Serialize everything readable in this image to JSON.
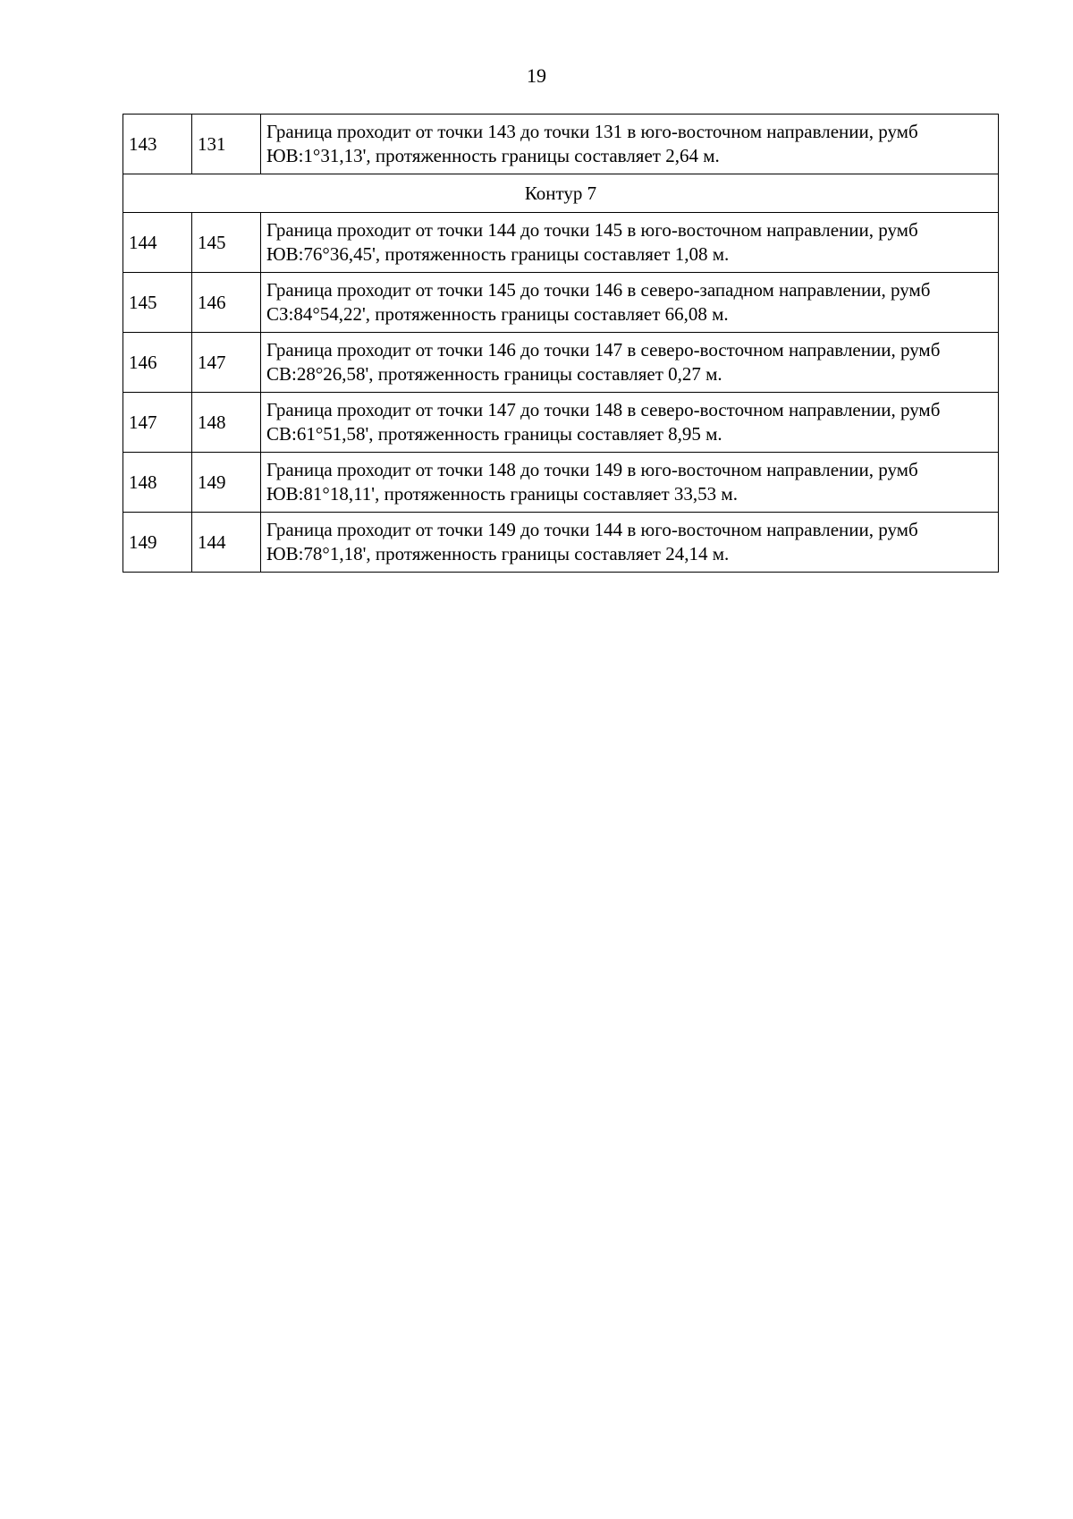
{
  "page_number": "19",
  "rows_before": [
    {
      "from": "143",
      "to": "131",
      "text": "Граница проходит от точки 143 до точки 131 в юго-восточном направлении, румб ЮВ:1°31,13', протяженность границы составляет 2,64 м."
    }
  ],
  "contour_label": "Контур 7",
  "rows_after": [
    {
      "from": "144",
      "to": "145",
      "text": "Граница проходит от точки 144 до точки 145 в юго-восточном направлении, румб ЮВ:76°36,45', протяженность границы составляет 1,08 м."
    },
    {
      "from": "145",
      "to": "146",
      "text": "Граница проходит от точки 145 до точки 146 в северо-западном направлении, румб СЗ:84°54,22', протяженность границы составляет 66,08 м."
    },
    {
      "from": "146",
      "to": "147",
      "text": "Граница проходит от точки 146 до точки 147 в северо-восточном направлении, румб СВ:28°26,58', протяженность границы составляет 0,27 м."
    },
    {
      "from": "147",
      "to": "148",
      "text": "Граница проходит от точки 147 до точки 148 в северо-восточном направлении, румб СВ:61°51,58', протяженность границы составляет 8,95 м."
    },
    {
      "from": "148",
      "to": "149",
      "text": "Граница проходит от точки 148 до точки 149 в юго-восточном направлении, румб ЮВ:81°18,11', протяженность границы составляет 33,53 м."
    },
    {
      "from": "149",
      "to": "144",
      "text": "Граница проходит от точки 149 до точки 144 в юго-восточном направлении, румб ЮВ:78°1,18', протяженность границы составляет 24,14 м."
    }
  ]
}
